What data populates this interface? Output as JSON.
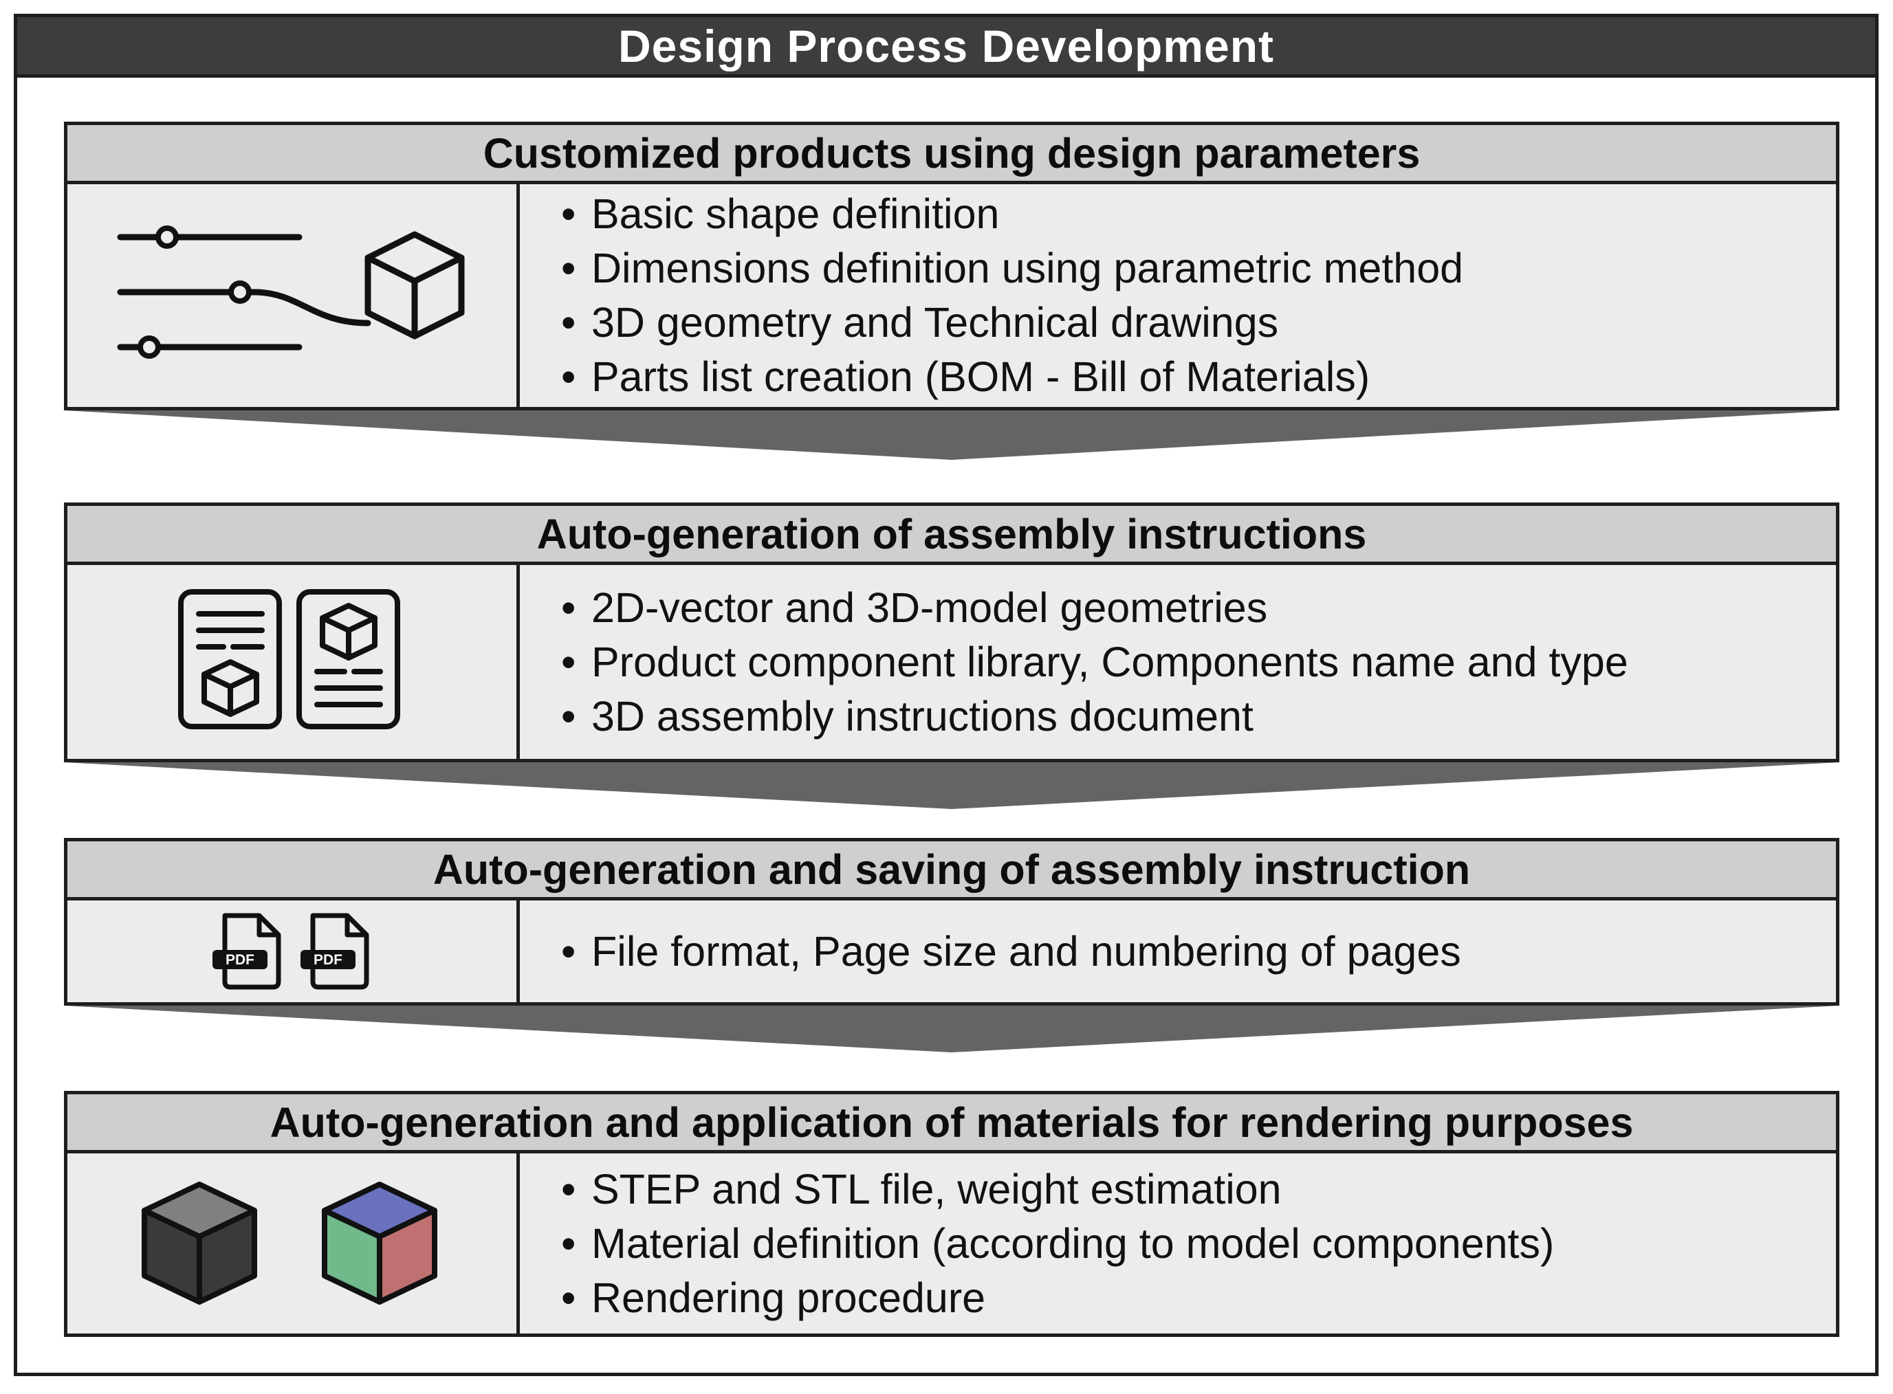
{
  "title": "Design Process Development",
  "colors": {
    "title_bar": "#3d3d3d",
    "section_header": "#cfcfcf",
    "section_body": "#ebecec",
    "arrow": "#636563",
    "outline": "#1e1e1e",
    "cube_top_colored": "#6a72c0",
    "cube_left_colored": "#6fb98a",
    "cube_right_colored": "#c07070"
  },
  "sections": [
    {
      "header": "Customized products using design parameters",
      "icon": "parameters-cube-icon",
      "items": [
        "Basic shape definition",
        "Dimensions definition using parametric method",
        "3D geometry and Technical drawings",
        "Parts list creation (BOM - Bill of Materials)"
      ]
    },
    {
      "header": "Auto-generation of assembly instructions",
      "icon": "instruction-documents-icon",
      "items": [
        "2D-vector and 3D-model geometries",
        "Product component library, Components name and type",
        "3D assembly instructions document"
      ]
    },
    {
      "header": "Auto-generation and saving of assembly instruction",
      "icon": "pdf-file-icon",
      "pdf_label": "PDF",
      "items": [
        "File format, Page size and numbering of pages"
      ]
    },
    {
      "header": "Auto-generation and application of materials for rendering purposes",
      "icon": "material-cubes-icon",
      "items": [
        "STEP and STL file, weight estimation",
        "Material definition (according to model components)",
        "Rendering procedure"
      ]
    }
  ]
}
